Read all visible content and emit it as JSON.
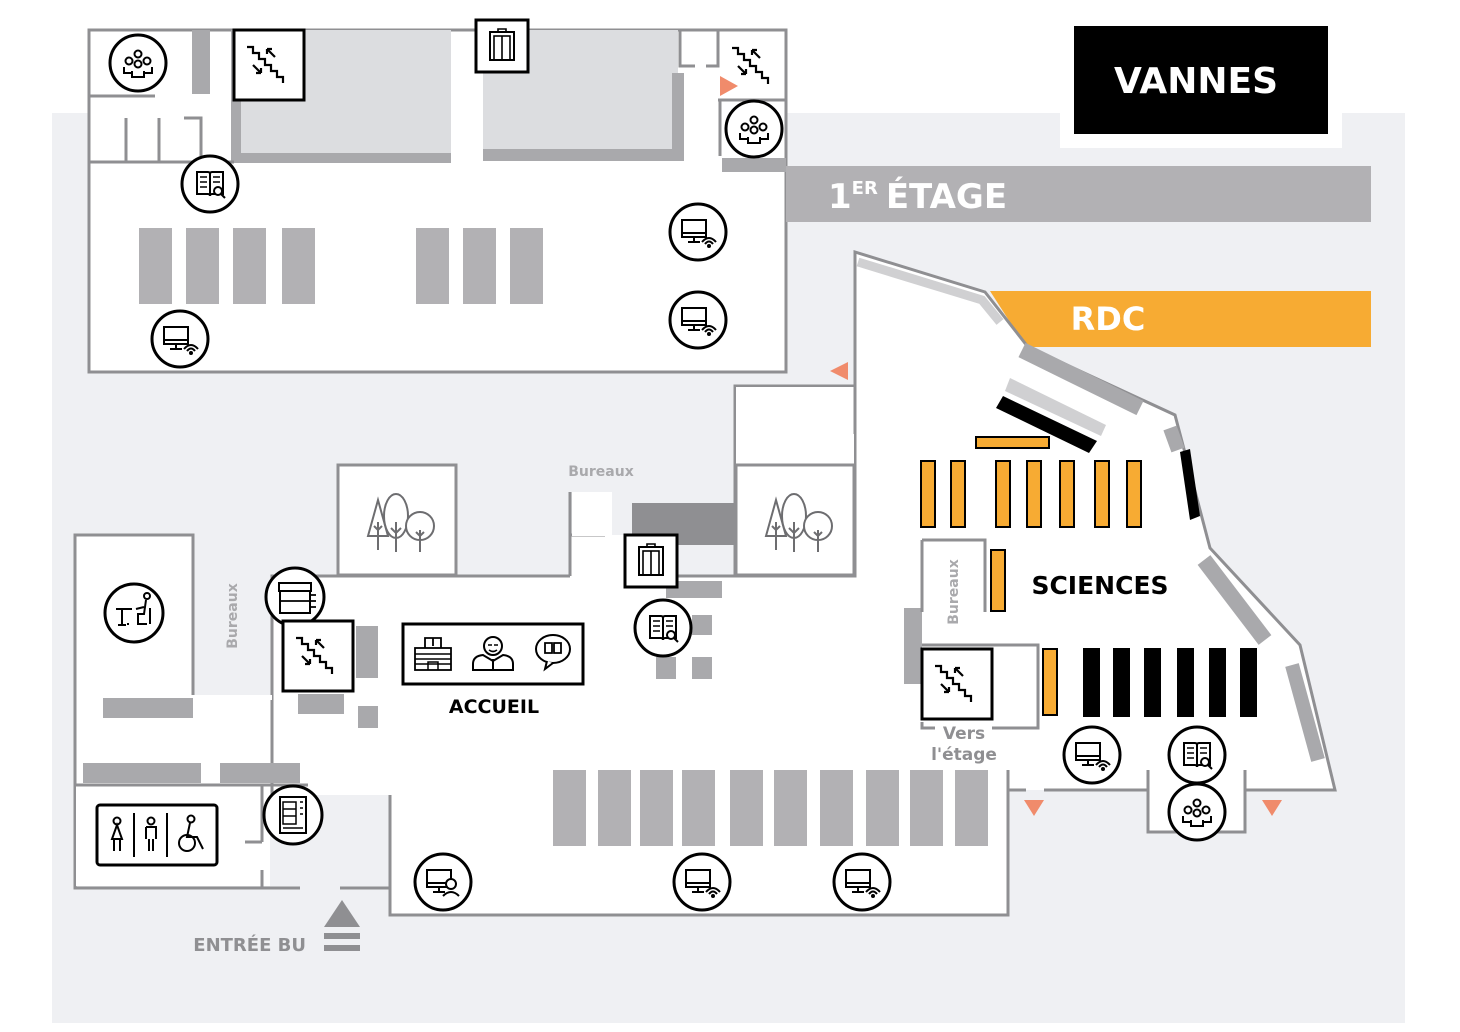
{
  "map": {
    "campus": "VANNES",
    "floors": [
      {
        "label_main": "1",
        "label_sup": "ER",
        "label_rest": "ÉTAGE",
        "color": "#b2b1b4",
        "text_color": "#ffffff"
      },
      {
        "label_main": "RDC",
        "color": "#f7ab33",
        "text_color": "#ffffff"
      }
    ],
    "labels": {
      "sciences": "SCIENCES",
      "accueil": "ACCUEIL",
      "entrance": "ENTRÉE BU",
      "bureaux_top": "Bureaux",
      "bureaux_left": "Bureaux",
      "bureaux_right": "Bureaux",
      "stairs_up_line1": "Vers",
      "stairs_up_line2": "l'étage"
    },
    "colors": {
      "background": "#eff0f3",
      "wall": "#8f8f92",
      "shelf_grey": "#b2b1b4",
      "shelf_sciences": "#f7ab33",
      "shelf_black": "#000000",
      "exit_arrow": "#f08b6b",
      "icon_stroke": "#000000",
      "tree_stroke": "#6d6d70"
    },
    "icons": {
      "first_floor": [
        "group-work-room-icon",
        "stairs-icon",
        "elevator-icon",
        "stairs-icon",
        "group-work-room-icon",
        "catalog-search-icon",
        "computer-wifi-icon",
        "computer-wifi-icon",
        "computer-wifi-icon"
      ],
      "ground_floor": [
        "study-desk-icon",
        "copier-icon",
        "stairs-icon",
        "library-building-icon",
        "librarian-icon",
        "book-help-icon",
        "elevator-icon",
        "catalog-search-icon",
        "toilets-icon",
        "vending-machine-icon",
        "computer-user-icon",
        "computer-wifi-icon",
        "computer-wifi-icon",
        "stairs-icon",
        "computer-wifi-icon",
        "catalog-search-icon",
        "group-work-room-icon",
        "garden-icon",
        "garden-icon"
      ]
    }
  }
}
